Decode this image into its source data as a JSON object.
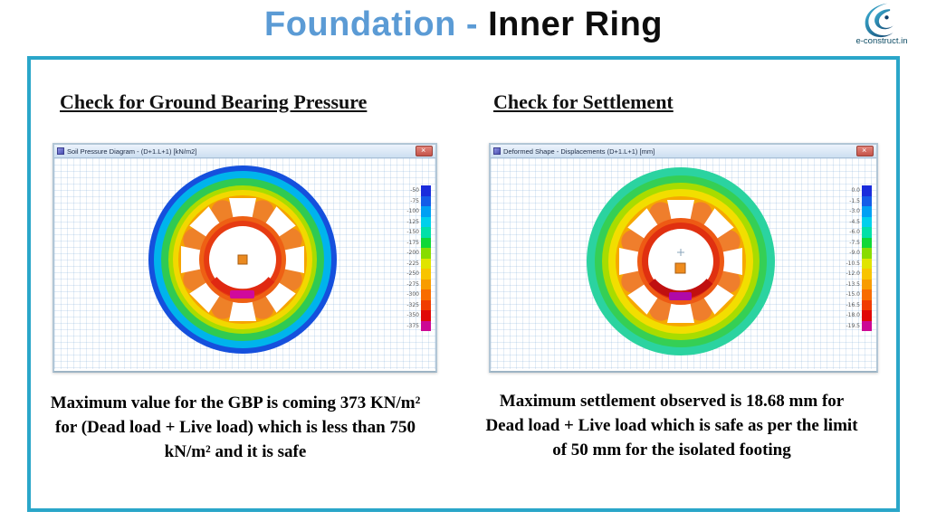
{
  "slide": {
    "title_part_blue": "Foundation - ",
    "title_part_black": "Inner Ring",
    "logo_text": "e-construct.in"
  },
  "left_panel": {
    "heading": "Check for Ground Bearing Pressure",
    "window_title": "Soil Pressure Diagram - (D+1.L+1) [kN/m2]",
    "caption_lines": [
      "Maximum value for the GBP is coming 373 KN/m²",
      "for (Dead load + Live load) which is less than 750",
      "kN/m² and it is safe"
    ],
    "colorbar": [
      {
        "label": "-50",
        "color": "#1a2cdc"
      },
      {
        "label": "-75",
        "color": "#145ce8"
      },
      {
        "label": "-100",
        "color": "#00a0f4"
      },
      {
        "label": "-125",
        "color": "#00d0ec"
      },
      {
        "label": "-150",
        "color": "#00e0a8"
      },
      {
        "label": "-175",
        "color": "#10d838"
      },
      {
        "label": "-200",
        "color": "#88dc00"
      },
      {
        "label": "-225",
        "color": "#e0e400"
      },
      {
        "label": "-250",
        "color": "#f8c400"
      },
      {
        "label": "-275",
        "color": "#f89c00"
      },
      {
        "label": "-300",
        "color": "#f86c00"
      },
      {
        "label": "-325",
        "color": "#f03c00"
      },
      {
        "label": "-350",
        "color": "#e00808"
      },
      {
        "label": "-375",
        "color": "#cc0894"
      }
    ]
  },
  "right_panel": {
    "heading": "Check for Settlement",
    "window_title": "Deformed Shape - Displacements (D+1.L+1) [mm]",
    "caption_lines": [
      "Maximum settlement observed is 18.68 mm for",
      "Dead load + Live load which is safe as per the limit",
      "of 50 mm for the isolated footing"
    ],
    "colorbar": [
      {
        "label": "0.0",
        "color": "#1a2cdc"
      },
      {
        "label": "-1.5",
        "color": "#145ce8"
      },
      {
        "label": "-3.0",
        "color": "#00a0f4"
      },
      {
        "label": "-4.5",
        "color": "#00d0ec"
      },
      {
        "label": "-6.0",
        "color": "#00e0a8"
      },
      {
        "label": "-7.5",
        "color": "#10d838"
      },
      {
        "label": "-9.0",
        "color": "#88dc00"
      },
      {
        "label": "-10.5",
        "color": "#e0e400"
      },
      {
        "label": "-12.0",
        "color": "#f8c400"
      },
      {
        "label": "-13.5",
        "color": "#f89c00"
      },
      {
        "label": "-15.0",
        "color": "#f86c00"
      },
      {
        "label": "-16.5",
        "color": "#f03c00"
      },
      {
        "label": "-18.0",
        "color": "#e00808"
      },
      {
        "label": "-19.5",
        "color": "#cc0894"
      }
    ]
  },
  "colors": {
    "accent_blue": "#5B9BD5",
    "frame_teal": "#2aa6c9"
  }
}
